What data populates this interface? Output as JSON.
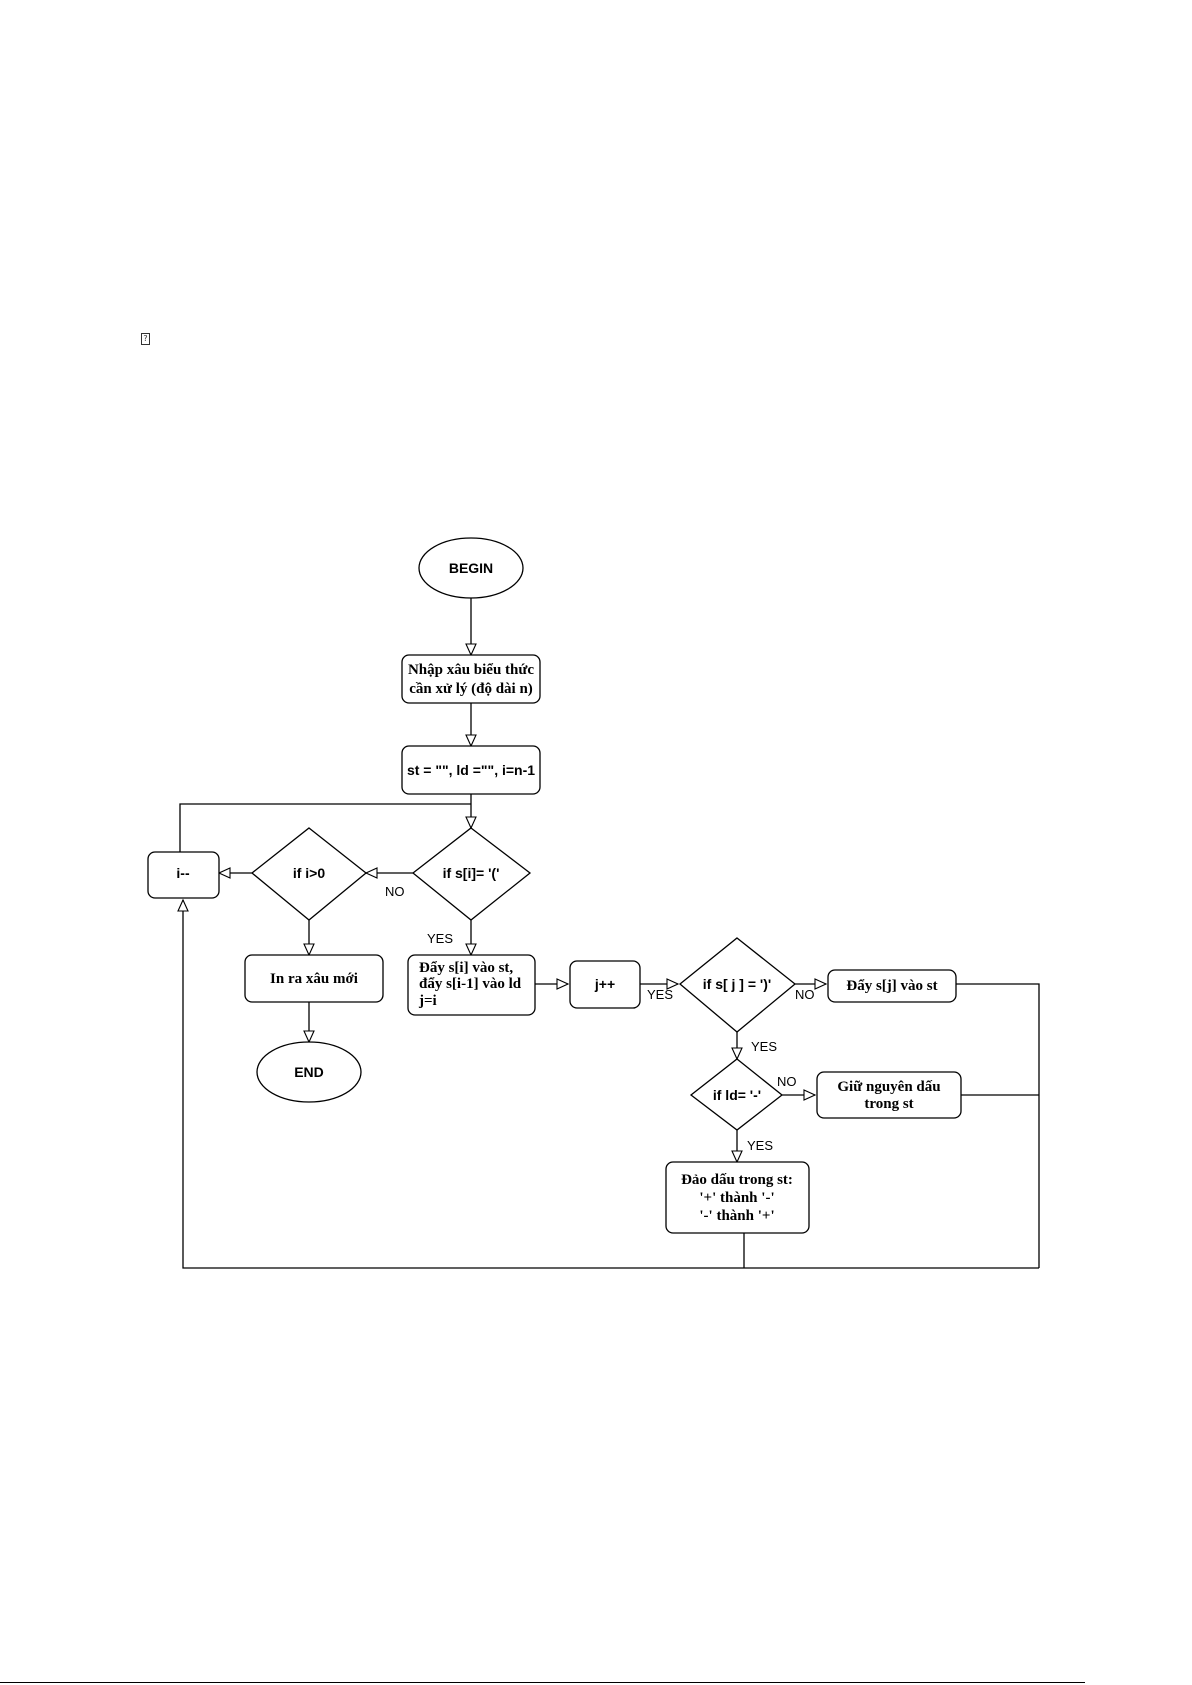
{
  "page": {
    "glyph": "?"
  },
  "flowchart": {
    "begin": "BEGIN",
    "end": "END",
    "input": [
      "Nhập xâu biểu thức",
      "cần xử lý (độ dài n)"
    ],
    "init": "st = \"\", ld =\"\", i=n-1",
    "cond_open": "if s[i]= '('",
    "cond_i": "if i>0",
    "dec_i": "i--",
    "print": "In ra xâu mới",
    "push": [
      "Đẩy s[i] vào st,",
      "đẩy s[i-1] vào ld",
      "j=i"
    ],
    "inc_j": "j++",
    "cond_close": "if s[ j ] = ')'",
    "push_j": "Đẩy s[j] vào st",
    "cond_ld": "if ld= '-'",
    "keep": [
      "Giữ nguyên dấu",
      "trong st"
    ],
    "flip": [
      "Đảo dấu trong st:",
      "'+' thành '-'",
      "'-' thành '+'"
    ],
    "labels": {
      "no_open": "NO",
      "yes_open": "YES",
      "yes_close": "YES",
      "no_close": "NO",
      "yes_close_down": "YES",
      "no_ld": "NO",
      "yes_ld": "YES"
    }
  }
}
